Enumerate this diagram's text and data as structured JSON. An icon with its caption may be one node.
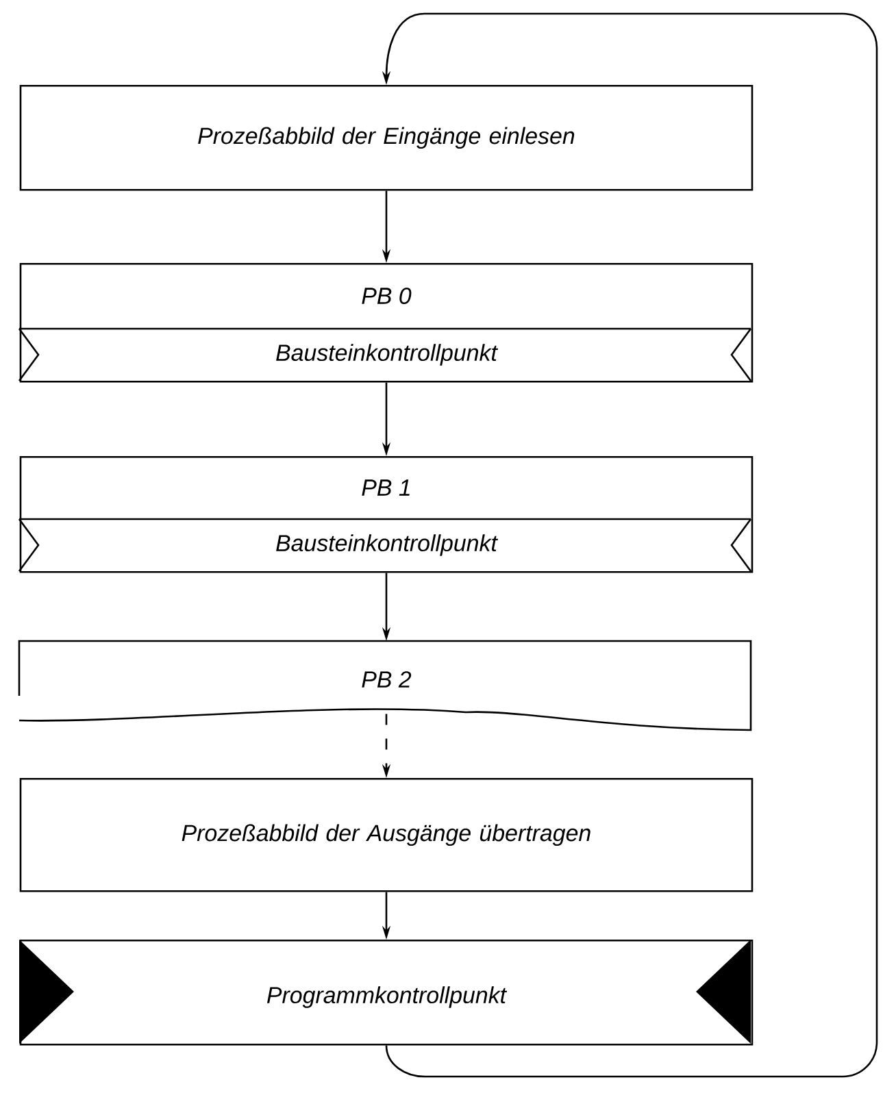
{
  "diagram": {
    "nodes": [
      {
        "text": [
          "Prozeßabbild der Eingänge einlesen"
        ]
      },
      {
        "text": [
          "PB 0",
          "Bausteinkontrollpunkt"
        ]
      },
      {
        "text": [
          "PB 1",
          "Bausteinkontrollpunkt"
        ]
      },
      {
        "text": [
          "PB 2"
        ]
      },
      {
        "text": [
          "Prozeßabbild der Ausgänge übertragen"
        ]
      },
      {
        "text": [
          "Programmkontrollpunkt"
        ]
      }
    ],
    "edges": [
      {
        "from": 0,
        "to": 1,
        "arrow": "to"
      },
      {
        "from": 1,
        "to": 2,
        "arrow": "to"
      },
      {
        "from": 2,
        "to": 3,
        "arrow": "to"
      },
      {
        "from": 3,
        "to": 4,
        "arrow": "to",
        "style": "dashed"
      },
      {
        "from": 4,
        "to": 5,
        "arrow": "to"
      },
      {
        "from": 5,
        "to": 0,
        "arrow": "to"
      }
    ]
  }
}
